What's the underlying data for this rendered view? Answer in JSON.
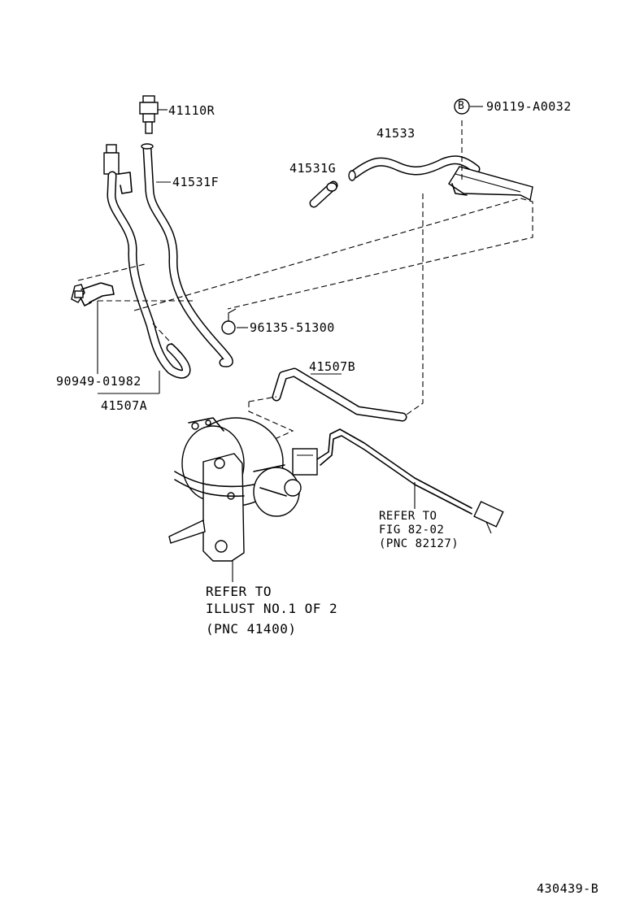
{
  "parts": {
    "p41110R": "41110R",
    "p41531F": "41531F",
    "p41533": "41533",
    "p41531G": "41531G",
    "p90119": "90119-A0032",
    "p96135": "96135-51300",
    "p41507B": "41507B",
    "p90949": "90949-01982",
    "p41507A": "41507A"
  },
  "callout_b": "B",
  "notes": {
    "fig_ref_1": "REFER TO",
    "fig_ref_2": "FIG 82-02",
    "fig_ref_3": "(PNC 82127)",
    "illust_ref_1": "REFER TO",
    "illust_ref_2": "ILLUST NO.1 OF 2",
    "illust_ref_3": "(PNC 41400)"
  },
  "figure_id": "430439-B"
}
